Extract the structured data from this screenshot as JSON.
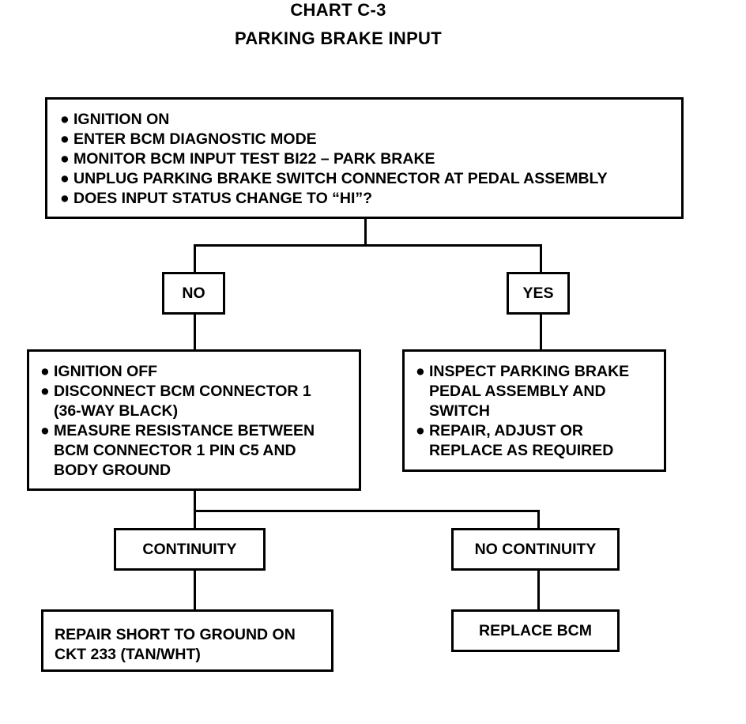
{
  "title": "CHART C-3",
  "subtitle": "PARKING BRAKE INPUT",
  "bullet_glyph": "●",
  "start_box": {
    "items": [
      "IGNITION ON",
      "ENTER BCM DIAGNOSTIC MODE",
      "MONITOR BCM INPUT TEST BI22 – PARK BRAKE",
      "UNPLUG PARKING BRAKE SWITCH CONNECTOR AT PEDAL ASSEMBLY",
      "DOES INPUT STATUS CHANGE TO “HI”?"
    ]
  },
  "branch1": {
    "no_label": "NO",
    "yes_label": "YES"
  },
  "no_box": {
    "items": [
      [
        "IGNITION OFF"
      ],
      [
        "DISCONNECT BCM CONNECTOR 1",
        "(36-WAY BLACK)"
      ],
      [
        "MEASURE RESISTANCE BETWEEN",
        "BCM CONNECTOR 1 PIN C5 AND",
        "BODY GROUND"
      ]
    ]
  },
  "yes_box": {
    "items": [
      [
        "INSPECT PARKING BRAKE",
        "PEDAL ASSEMBLY AND",
        "SWITCH"
      ],
      [
        "REPAIR, ADJUST OR",
        "REPLACE AS REQUIRED"
      ]
    ]
  },
  "branch2": {
    "continuity_label": "CONTINUITY",
    "no_continuity_label": "NO CONTINUITY"
  },
  "continuity_result": [
    "REPAIR SHORT TO GROUND ON",
    "CKT 233 (TAN/WHT)"
  ],
  "no_continuity_result": "REPLACE BCM"
}
